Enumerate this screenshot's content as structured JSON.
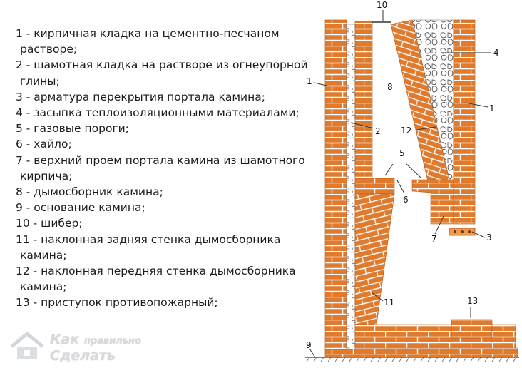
{
  "legend": [
    [
      "1 - кирпичная кладка на цементно-песчаном",
      "раствоpe;"
    ],
    [
      "2 - шамотная кладка на растворе из огнеупорной",
      "глины;"
    ],
    [
      "3 - арматура перекрытия портала камина;"
    ],
    [
      "4 - засыпка теплоизоляционными материалами;"
    ],
    [
      "5 - газовые пороги;"
    ],
    [
      "6 - хайло;"
    ],
    [
      "7 - верхний проем портала камина из шамотного",
      "кирпича;"
    ],
    [
      "8 - дымосборник камина;"
    ],
    [
      "9 - основание камина;"
    ],
    [
      "10 - шибер;"
    ],
    [
      "11 - наклонная задняя стенка дымосборника",
      "камина;"
    ],
    [
      "12 - наклонная передняя стенка дымосборника",
      "камина;"
    ],
    [
      "13 - приступок противопожарный;"
    ]
  ],
  "callouts": {
    "c1_left": "1",
    "c1_right": "1",
    "c2": "2",
    "c3": "3",
    "c4": "4",
    "c5": "5",
    "c6": "6",
    "c7": "7",
    "c8": "8",
    "c9": "9",
    "c10": "10",
    "c11": "11",
    "c12": "12",
    "c13": "13"
  },
  "watermark": {
    "line1_big": "Как",
    "line1_small": "правильно",
    "line2": "Сделать"
  },
  "colors": {
    "brick": "#e07b2e",
    "mortar": "#ffffff",
    "outline": "#b1561a",
    "fill": "#e9e9e9"
  }
}
